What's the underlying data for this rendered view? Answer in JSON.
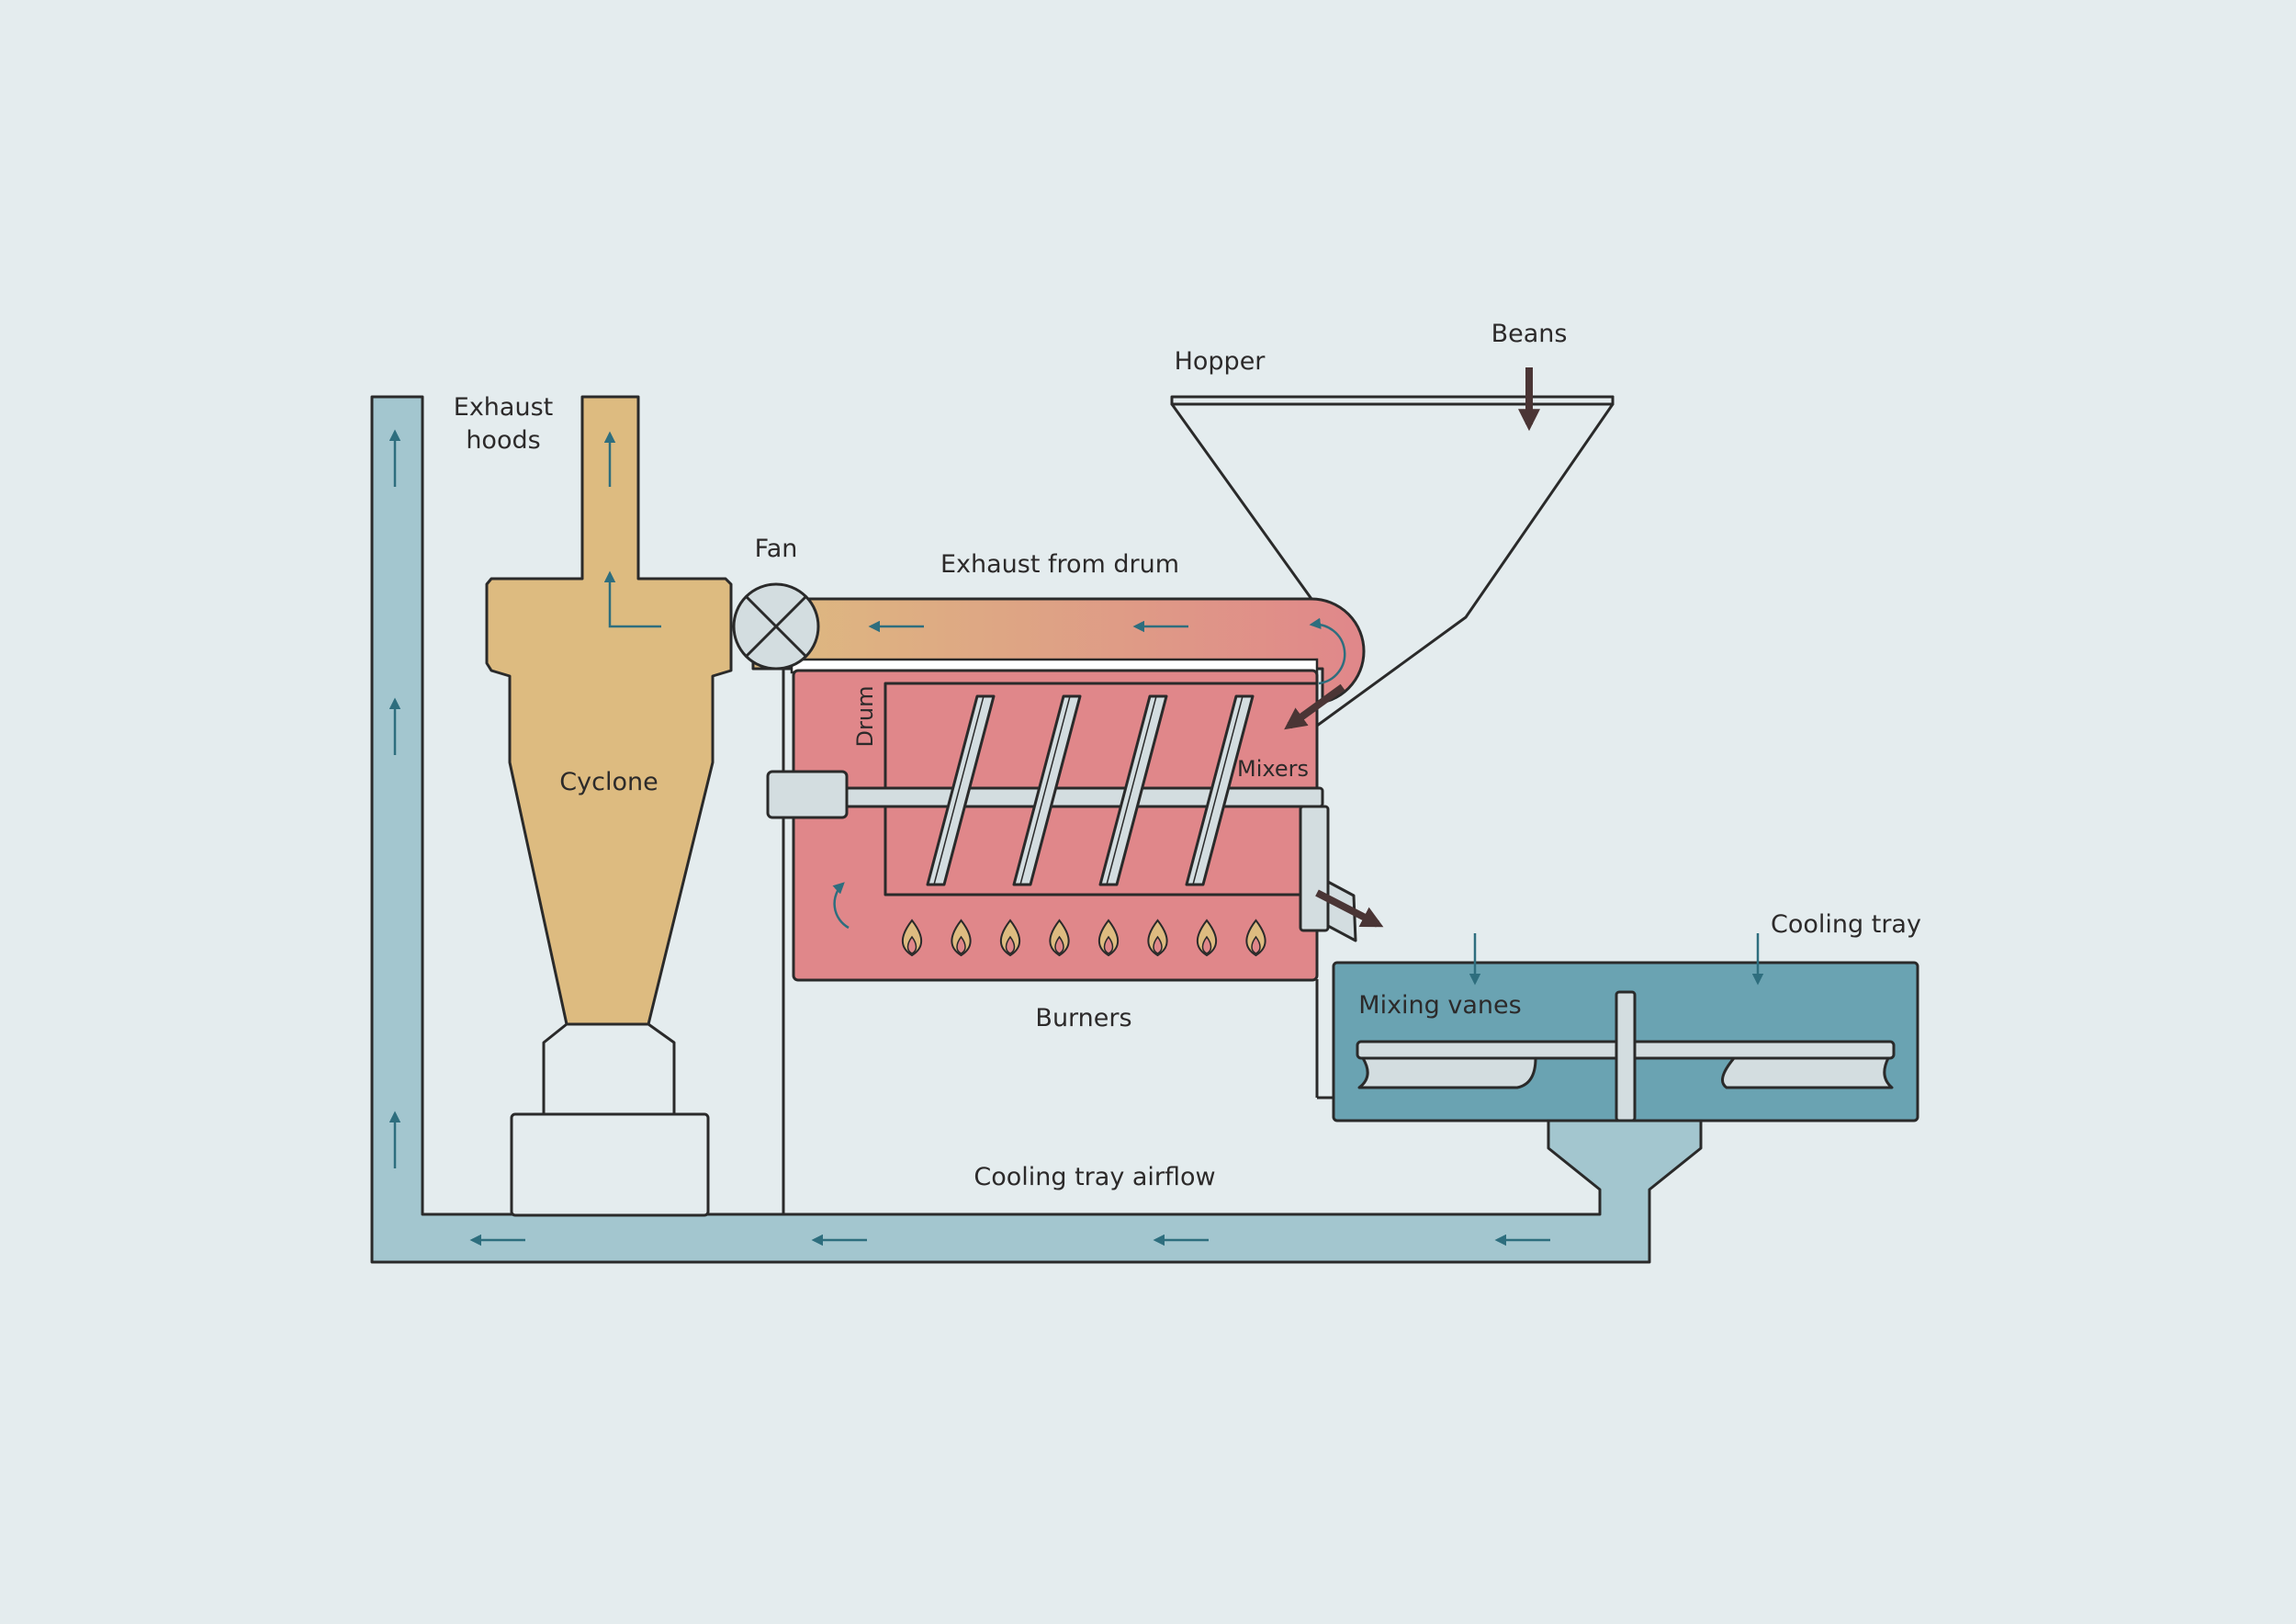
{
  "labels": {
    "exhaust_hoods_line1": "Exhaust",
    "exhaust_hoods_line2": "hoods",
    "fan": "Fan",
    "exhaust_from_drum": "Exhaust from drum",
    "hopper": "Hopper",
    "beans": "Beans",
    "drum": "Drum",
    "mixers": "Mixers",
    "cyclone": "Cyclone",
    "burners": "Burners",
    "cooling_tray": "Cooling tray",
    "mixing_vanes": "Mixing vanes",
    "cooling_tray_airflow": "Cooling tray airflow"
  },
  "colors": {
    "background": "#e4ecee",
    "cooling_air": "#a3c6cf",
    "cyclone": "#ddbb80",
    "drum": "#e0878a",
    "cooling_tray": "#6aa3b2",
    "machine_part": "#d3dde0",
    "flow_arrow": "#2e6e7e",
    "bean_arrow": "#4a3535",
    "outline": "#2a2a2a"
  },
  "burner_count": 8,
  "drum_mixer_count": 4
}
